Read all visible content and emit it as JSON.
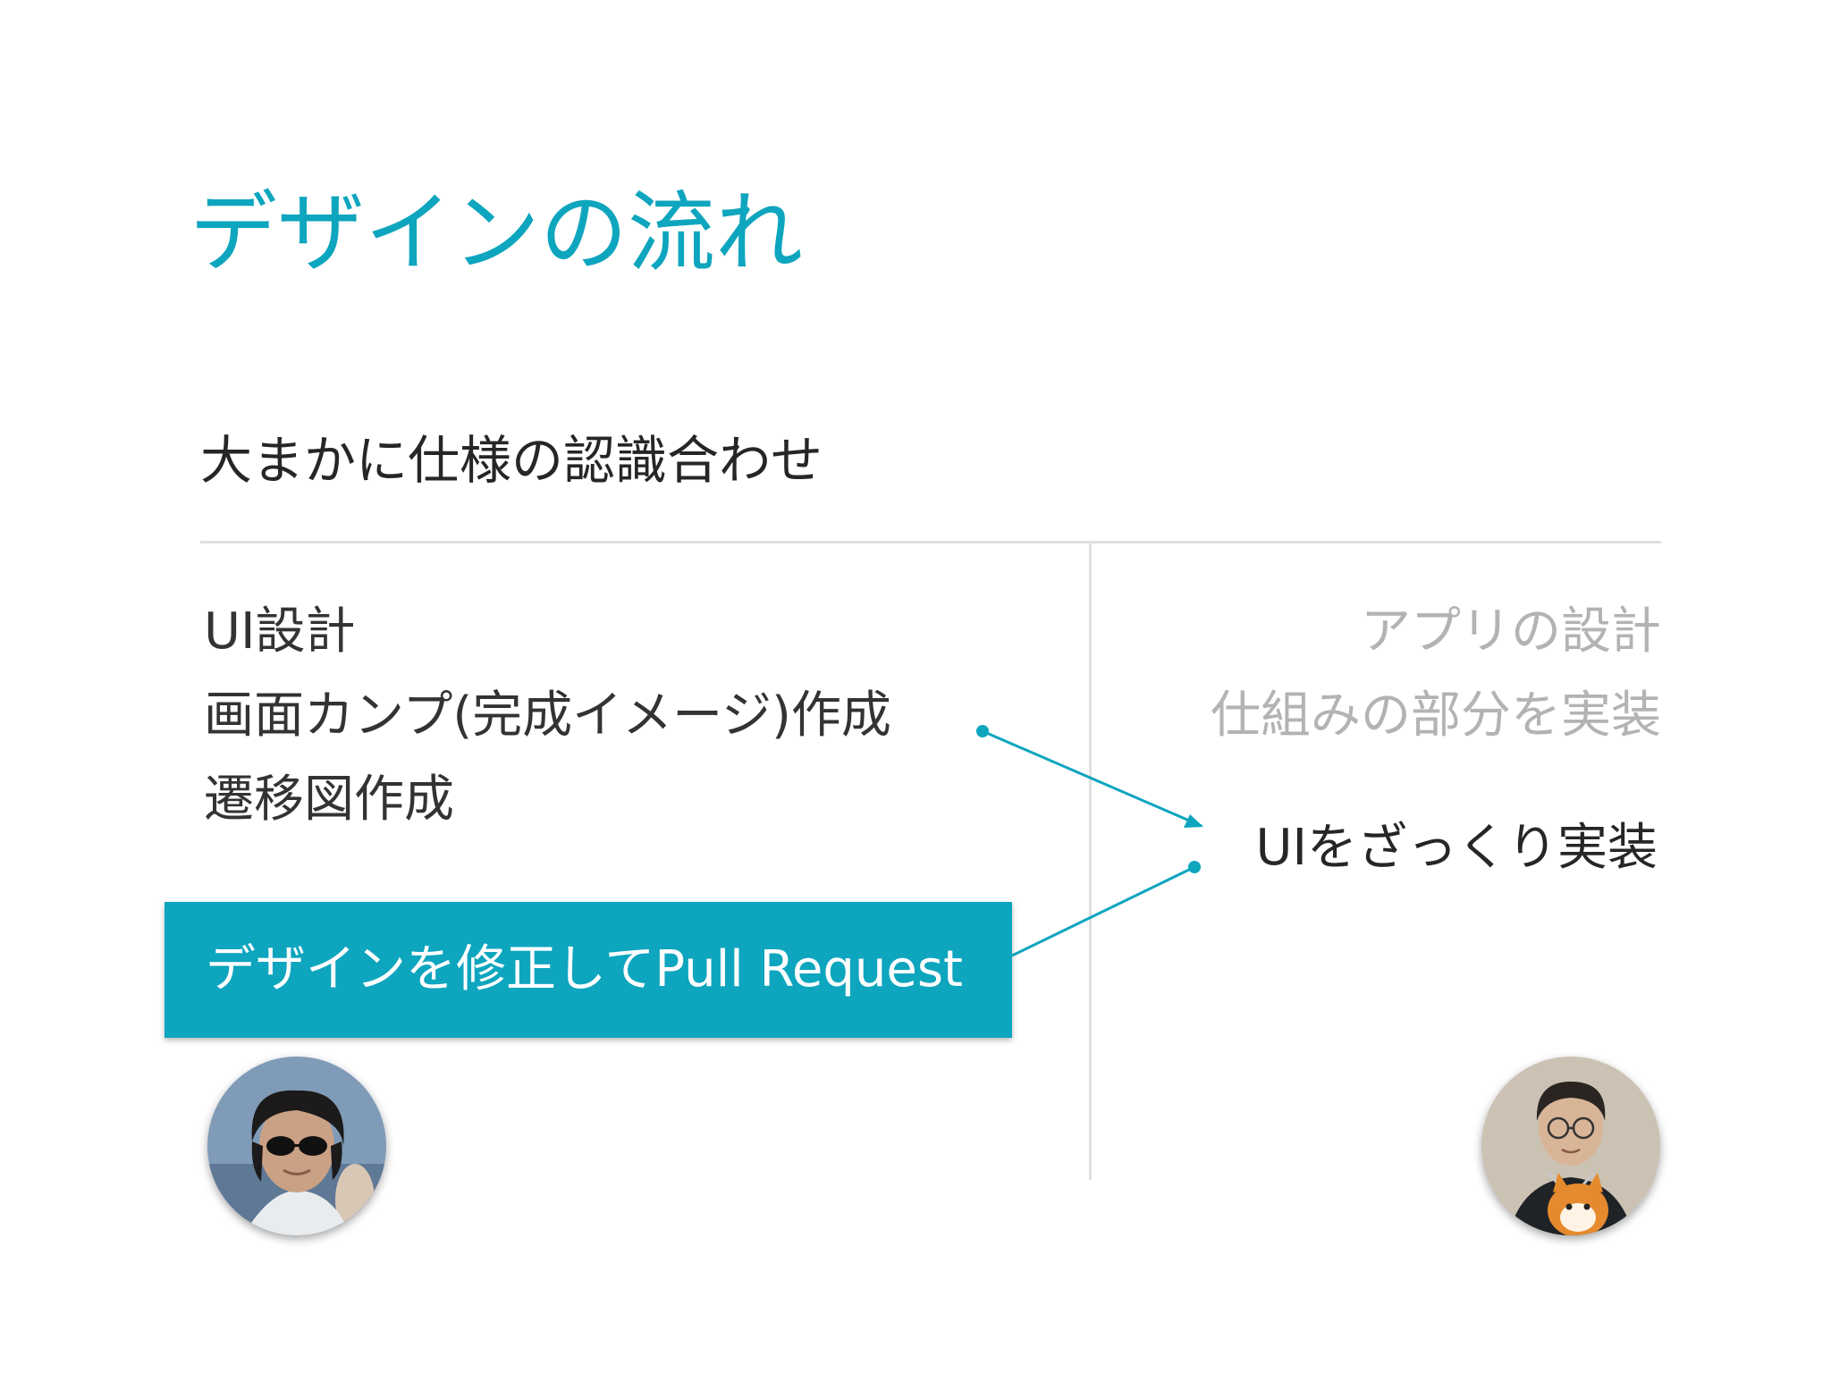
{
  "slide": {
    "title": "デザインの流れ",
    "subtitle": "大まかに仕様の認識合わせ"
  },
  "left_column": {
    "items": [
      "UI設計",
      "画面カンプ(完成イメージ)作成",
      "遷移図作成"
    ],
    "highlight": "デザインを修正してPull Request"
  },
  "right_column": {
    "items": [
      "アプリの設計",
      "仕組みの部分を実装"
    ],
    "active_item": "UIをざっくり実装"
  },
  "colors": {
    "accent": "#0ea5be",
    "text": "#262626",
    "muted": "#b3b3b3",
    "divider": "#e0e0e0"
  }
}
